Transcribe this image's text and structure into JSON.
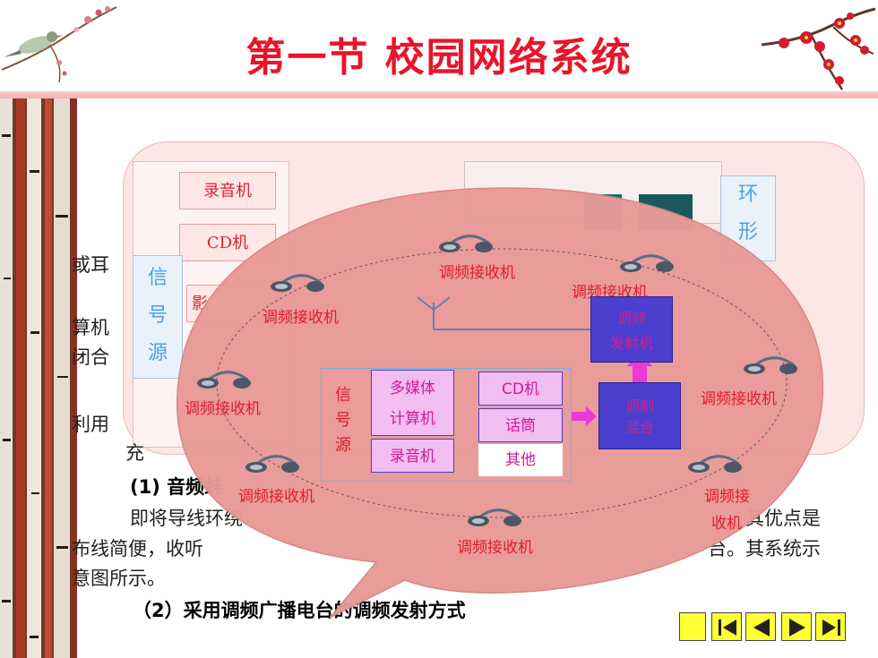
{
  "title": "第一节  校园网络系统",
  "body": {
    "line1_prefix": "或耳",
    "line2_prefix": "算机",
    "line3_prefix": "闭合",
    "line4_prefix": "利用",
    "fragment_left": "充",
    "heading1": "(1) 音频蛙",
    "para_a": "即将导线环绕",
    "para_a_end": "其优点是",
    "para_b": "布线简便，收听",
    "para_b_end": "台。其系统示",
    "para_c": "意图所示。",
    "heading2": "（2）采用调频广播电台的调频发射方式"
  },
  "background_panel": {
    "sources": [
      "录音机",
      "CD机",
      "影"
    ],
    "source_label": [
      "信",
      "号",
      "源"
    ],
    "ring_label": [
      "环",
      "形"
    ]
  },
  "bubble": {
    "receiver_label": "调频接收机",
    "receiver_label_split": [
      "调频接",
      "收机"
    ],
    "source_title": [
      "信",
      "号",
      "源"
    ],
    "inputs_left": [
      "多媒体",
      "计算机",
      "录音机"
    ],
    "inputs_right": [
      "CD机",
      "话筒",
      "其他"
    ],
    "mixer": [
      "调制",
      "混合"
    ],
    "transmitter": [
      "调频",
      "发射机"
    ]
  },
  "colors": {
    "title": "#e8152b",
    "bubble_fill": "#e99a98",
    "receiver_text": "#e21a2f",
    "box_purple": "#4b3fd0",
    "arrow_magenta": "#e83ad8"
  },
  "icons": [
    "bird-on-branch-icon",
    "plum-blossom-icon",
    "birch-trees-icon",
    "headphones-icon",
    "antenna-icon"
  ],
  "nav": [
    "first-icon",
    "previous-icon",
    "next-icon",
    "last-icon"
  ]
}
